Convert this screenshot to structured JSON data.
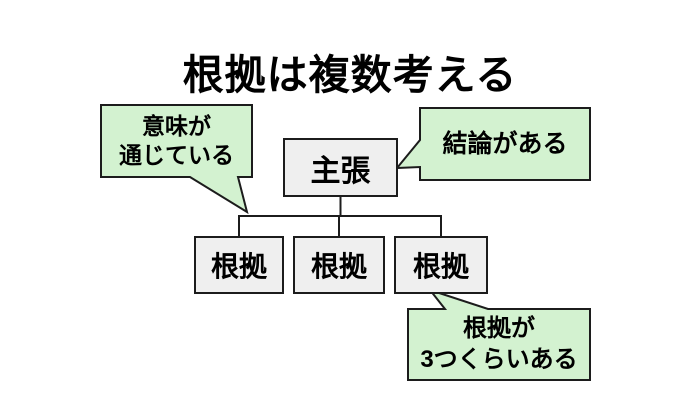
{
  "slide": {
    "title": "根拠は複数考える"
  },
  "diagram": {
    "claim_box": {
      "label": "主張"
    },
    "evidence_boxes": [
      {
        "label": "根拠"
      },
      {
        "label": "根拠"
      },
      {
        "label": "根拠"
      }
    ],
    "callouts": {
      "meaning": {
        "line1": "意味が",
        "line2": "通じている"
      },
      "conclusion": {
        "line1": "結論がある"
      },
      "count": {
        "line1": "根拠が",
        "line2": "3つくらいある"
      }
    }
  },
  "colors": {
    "callout_fill": "#d3f2d0",
    "box_fill": "#efefef",
    "stroke": "#1c1c1c",
    "background": "#ffffff",
    "text": "#000000"
  }
}
